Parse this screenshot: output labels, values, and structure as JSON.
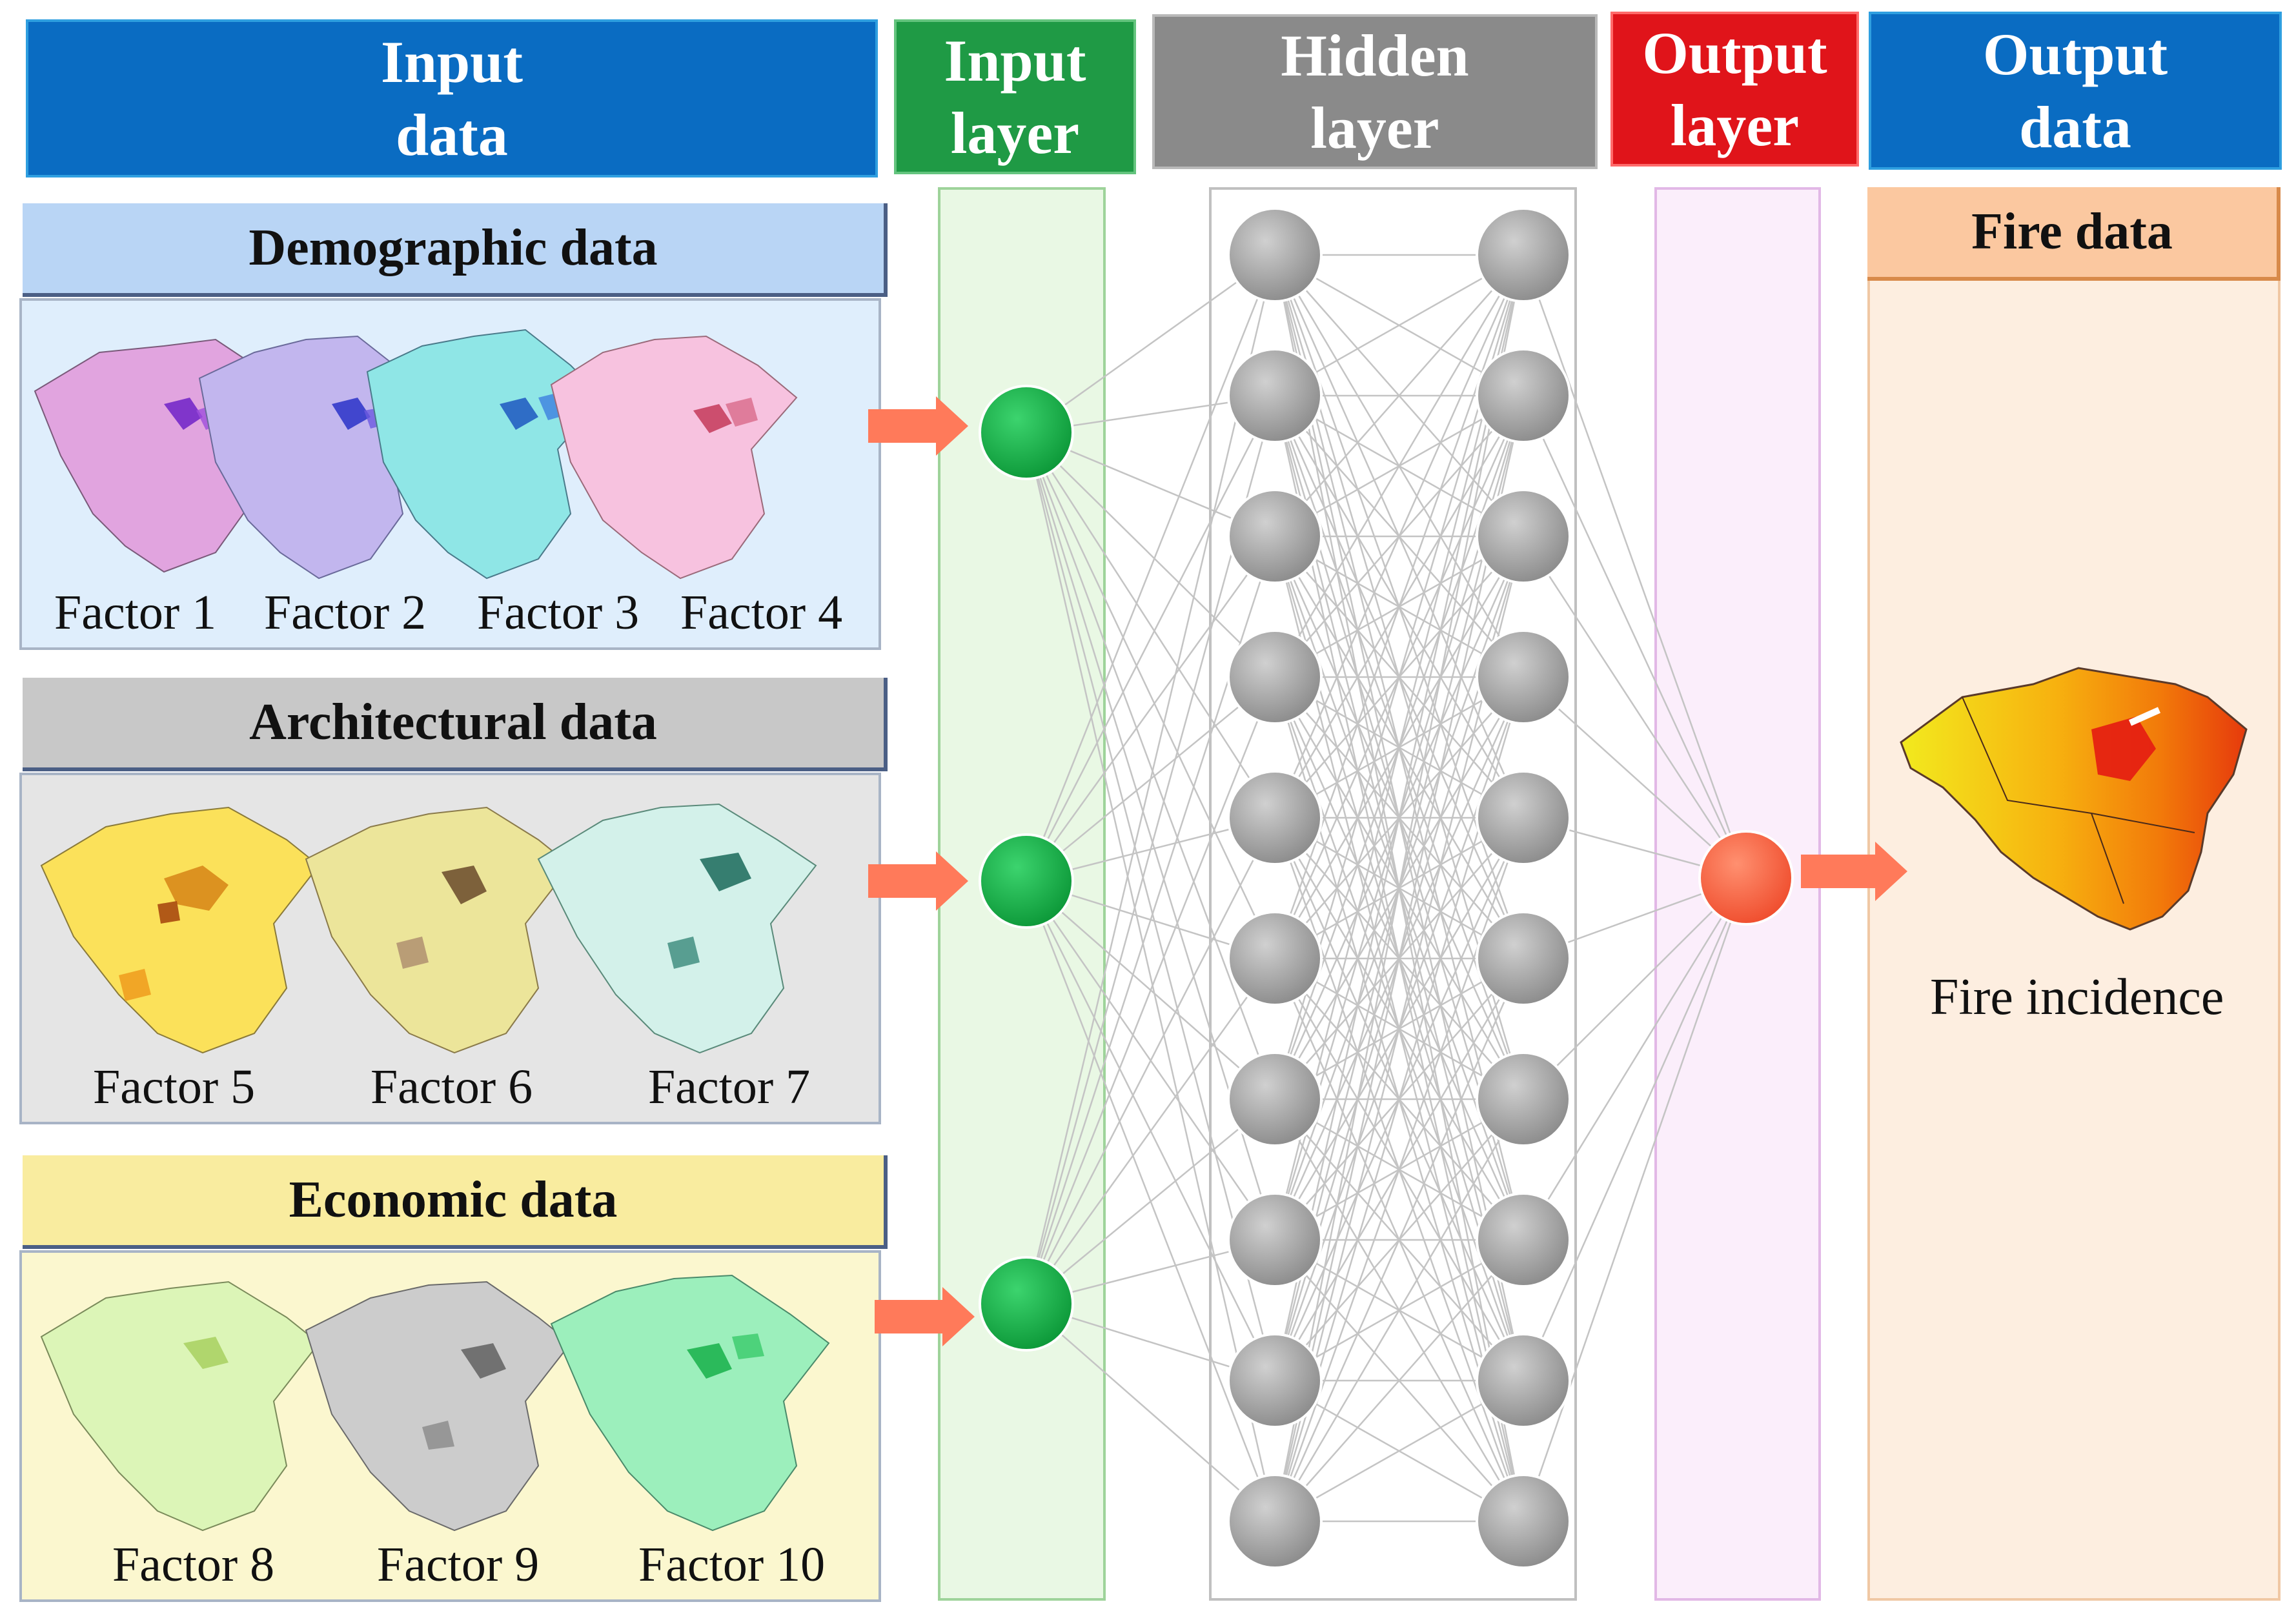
{
  "headers": {
    "input_data": "Input\ndata",
    "input_layer": "Input\nlayer",
    "hidden_layer": "Hidden\nlayer",
    "output_layer": "Output\nlayer",
    "output_data": "Output\ndata"
  },
  "groups": {
    "demographic": {
      "title": "Demographic data",
      "factors": [
        "Factor 1",
        "Factor 2",
        "Factor 3",
        "Factor 4"
      ]
    },
    "architectural": {
      "title": "Architectural data",
      "factors": [
        "Factor 5",
        "Factor 6",
        "Factor 7"
      ]
    },
    "economic": {
      "title": "Economic  data",
      "factors": [
        "Factor 8",
        "Factor 9",
        "Factor 10"
      ]
    }
  },
  "output": {
    "title": "Fire data",
    "label": "Fire incidence"
  },
  "network": {
    "input_nodes": 3,
    "hidden_layers": 2,
    "hidden_nodes_per_layer": 10,
    "output_nodes": 1
  },
  "colors": {
    "header_blue": "#0a6cc2",
    "header_green": "#1f9a45",
    "header_gray": "#8a8a8a",
    "header_red": "#e0141a",
    "input_node": "#16b24a",
    "hidden_node": "#a9a9a9",
    "output_node": "#ff6a4a",
    "arrow": "#ff7a5a",
    "demographic_maps": [
      "#e1a4df",
      "#c2b6ee",
      "#8fe6e6",
      "#f7c2df"
    ],
    "architectural_maps": [
      "#fbe15a",
      "#ece59a",
      "#d3f1ea"
    ],
    "economic_maps": [
      "#dcf5b7",
      "#cccccc",
      "#9cefbc"
    ]
  }
}
